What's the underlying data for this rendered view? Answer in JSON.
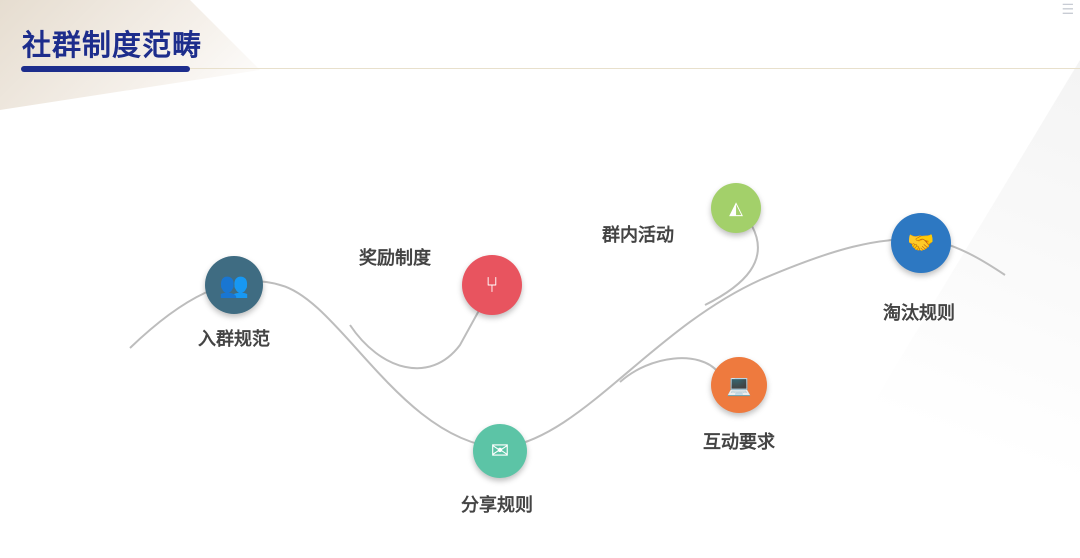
{
  "title": "社群制度范畴",
  "nodes": [
    {
      "label": "入群规范",
      "icon": "users-icon",
      "color": "#3f6c82"
    },
    {
      "label": "奖励制度",
      "icon": "branch-icon",
      "color": "#e8545f"
    },
    {
      "label": "群内活动",
      "icon": "area-chart-icon",
      "color": "#a3d06a"
    },
    {
      "label": "淘汰规则",
      "icon": "handshake-icon",
      "color": "#2d78c2"
    },
    {
      "label": "互动要求",
      "icon": "laptop-icon",
      "color": "#ee7a3e"
    },
    {
      "label": "分享规则",
      "icon": "mail-icon",
      "color": "#5cc4a6"
    }
  ]
}
